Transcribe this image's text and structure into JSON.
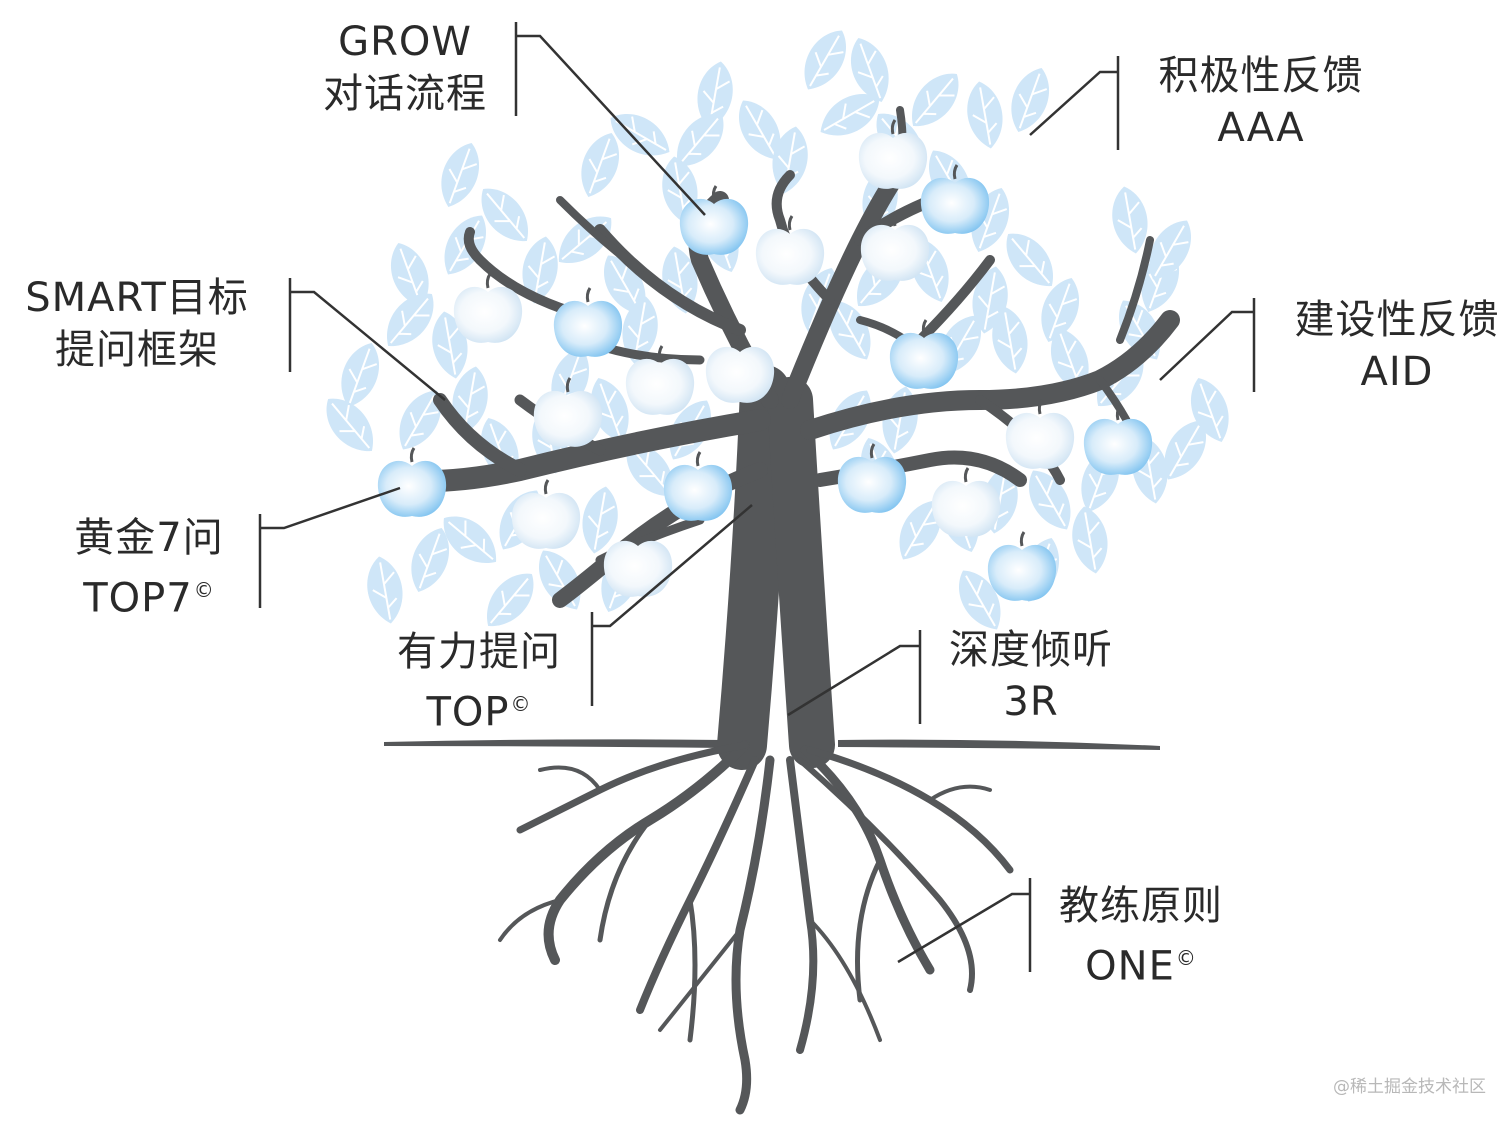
{
  "labels": {
    "grow": {
      "line1": "GROW",
      "line2": "对话流程"
    },
    "smart": {
      "line1": "SMART目标",
      "line2": "提问框架"
    },
    "gold": {
      "line1": "黄金7问",
      "line2": "TOP7",
      "mark": "©"
    },
    "power": {
      "line1": "有力提问",
      "line2": "TOP",
      "mark": "©"
    },
    "positive": {
      "line1": "积极性反馈",
      "line2": "AAA"
    },
    "construct": {
      "line1": "建设性反馈",
      "line2": "AID"
    },
    "listen": {
      "line1": "深度倾听",
      "line2": "3R"
    },
    "principle": {
      "line1": "教练原则",
      "line2": "ONE",
      "mark": "©"
    }
  },
  "watermark": "@稀土掘金技术社区",
  "colors": {
    "trunk": "#555759",
    "leaf": "#cfe6f8",
    "leaf_vein": "#ffffff",
    "apple_light": "#f4f9fd",
    "apple_blue": "#8ccaf2",
    "line": "#333333"
  }
}
